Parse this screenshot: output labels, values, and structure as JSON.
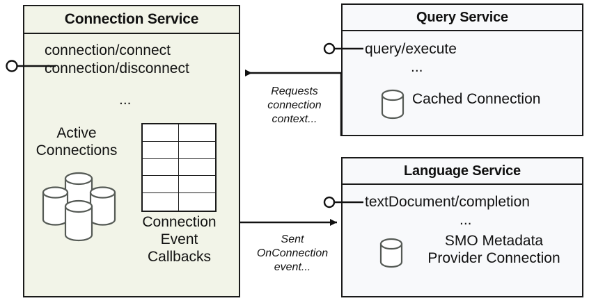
{
  "diagram": {
    "title_semantics": "service-component-diagram",
    "colors": {
      "connection_service_fill": "#f2f4e8",
      "service_fill": "#f8f9fb",
      "stroke": "#1a1a1a",
      "cylinder_stroke": "#555a55",
      "text": "#111111"
    }
  },
  "connection_service": {
    "title": "Connection Service",
    "interfaces": [
      "connection/connect",
      "connection/disconnect"
    ],
    "ellipsis": "...",
    "active_connections_label_line1": "Active",
    "active_connections_label_line2": "Connections",
    "callbacks_label_line1": "Connection",
    "callbacks_label_line2": "Event",
    "callbacks_label_line3": "Callbacks",
    "cylinder_count": 4,
    "table": {
      "rows": 5,
      "cols": 2
    },
    "lollipop_icon": "provided-interface-lollipop"
  },
  "query_service": {
    "title": "Query Service",
    "interfaces": [
      "query/execute"
    ],
    "ellipsis": "...",
    "resource_label": "Cached Connection",
    "resource_icon": "database-cylinder-icon",
    "lollipop_icon": "provided-interface-lollipop"
  },
  "language_service": {
    "title": "Language Service",
    "interfaces": [
      "textDocument/completion"
    ],
    "ellipsis": "...",
    "resource_label_line1": "SMO Metadata",
    "resource_label_line2": "Provider Connection",
    "resource_icon": "database-cylinder-icon",
    "lollipop_icon": "provided-interface-lollipop"
  },
  "edges": [
    {
      "id": "query-to-connection",
      "label_line1": "Requests",
      "label_line2": "connection",
      "label_line3": "context...",
      "direction": "left",
      "arrow_icon": "arrowhead-left-icon"
    },
    {
      "id": "connection-to-language",
      "label_line1": "Sent",
      "label_line2": "OnConnection",
      "label_line3": "event...",
      "direction": "right",
      "arrow_icon": "arrowhead-right-icon"
    }
  ]
}
